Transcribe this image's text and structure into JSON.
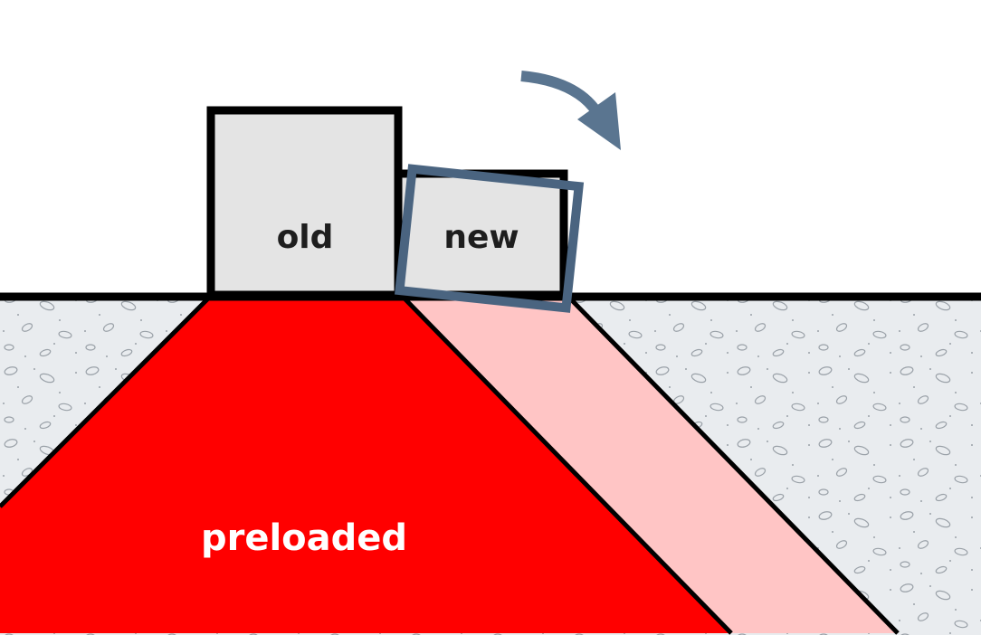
{
  "labels": {
    "old": "old",
    "new": "new",
    "preloaded": "preloaded"
  },
  "colors": {
    "background": "#ffffff",
    "soil_fill": "#e9ecef",
    "soil_texture": "#9aa1a8",
    "preloaded_fill": "#ff0000",
    "influence_zone_fill": "#ffc5c5",
    "box_fill": "#e4e4e4",
    "outline": "#000000",
    "tilted_box_outline": "#4a6480",
    "arrow": "#5a7590",
    "label_dark": "#1e1e1e",
    "label_light": "#ffffff"
  },
  "icons": {
    "rotation": "clockwise-curved-arrow-icon"
  }
}
